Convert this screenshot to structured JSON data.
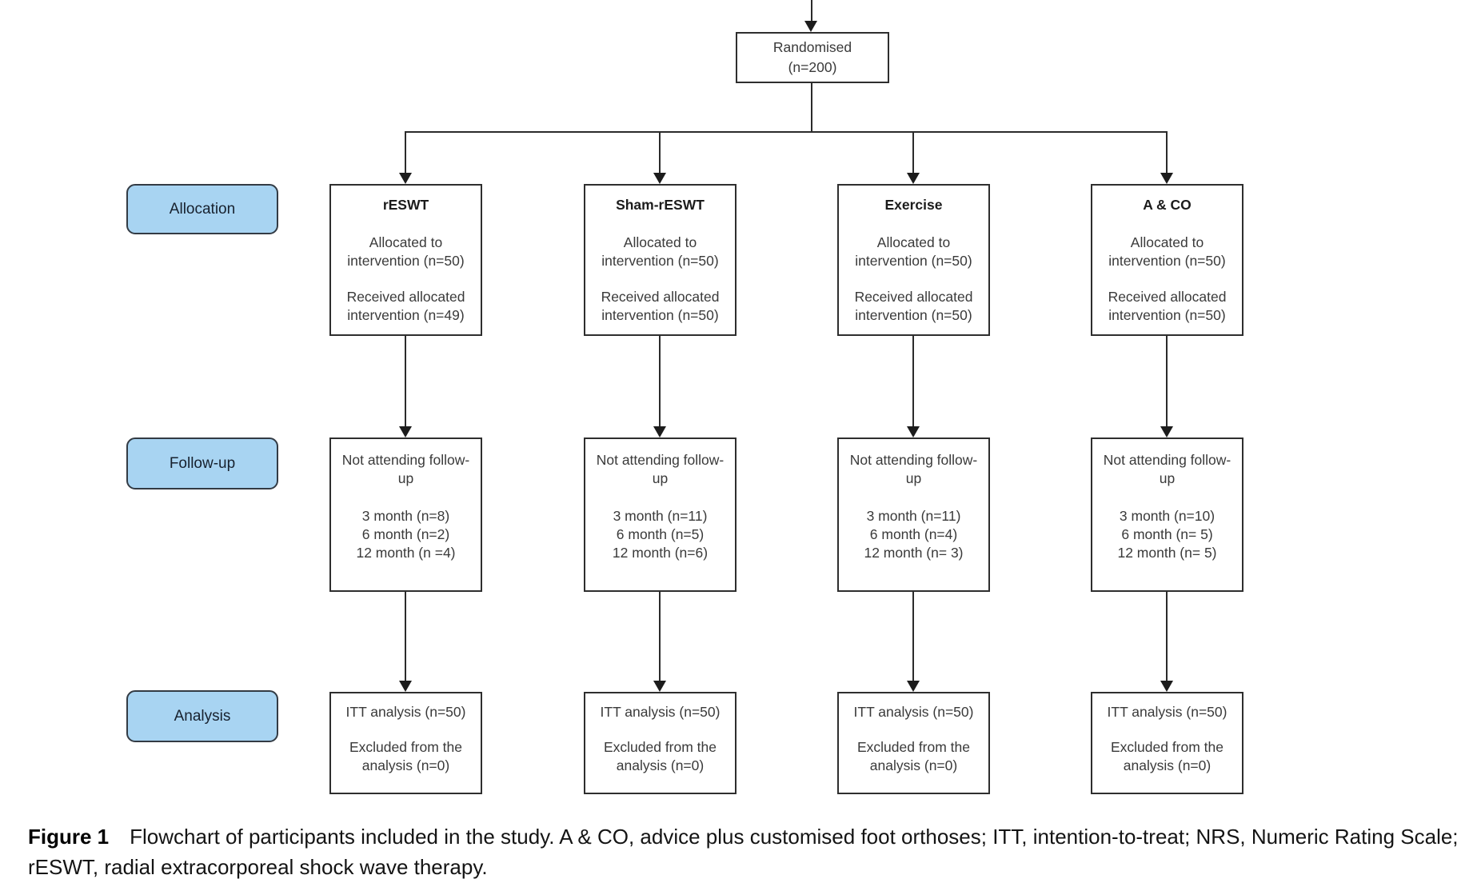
{
  "figure_caption": {
    "label": "Figure 1",
    "text": "Flowchart of participants included in the study. A & CO, advice plus customised foot orthoses; ITT, intention-to-treat; NRS, Numeric Rating Scale; rESWT, radial extracorporeal shock wave therapy."
  },
  "flowchart": {
    "randomised": {
      "title": "Randomised",
      "count": "(n=200)"
    },
    "stages": [
      {
        "label": "Allocation"
      },
      {
        "label": "Follow-up"
      },
      {
        "label": "Analysis"
      }
    ],
    "arms": [
      {
        "name": "rESWT",
        "allocation": {
          "allocated": "Allocated to intervention (n=50)",
          "received": "Received allocated intervention (n=49)"
        },
        "followup": {
          "heading": "Not attending follow-up",
          "rows": [
            "3 month (n=8)",
            "6 month (n=2)",
            "12 month (n =4)"
          ]
        },
        "analysis": {
          "itt": "ITT analysis (n=50)",
          "excluded": "Excluded from the analysis (n=0)"
        }
      },
      {
        "name": "Sham-rESWT",
        "allocation": {
          "allocated": "Allocated to intervention (n=50)",
          "received": "Received allocated intervention (n=50)"
        },
        "followup": {
          "heading": "Not attending follow-up",
          "rows": [
            "3 month (n=11)",
            "6 month (n=5)",
            "12 month (n=6)"
          ]
        },
        "analysis": {
          "itt": "ITT analysis (n=50)",
          "excluded": "Excluded from the analysis (n=0)"
        }
      },
      {
        "name": "Exercise",
        "allocation": {
          "allocated": "Allocated to intervention (n=50)",
          "received": "Received allocated intervention (n=50)"
        },
        "followup": {
          "heading": "Not attending follow-up",
          "rows": [
            "3 month (n=11)",
            "6 month (n=4)",
            "12 month (n= 3)"
          ]
        },
        "analysis": {
          "itt": "ITT analysis (n=50)",
          "excluded": "Excluded from the analysis (n=0)"
        }
      },
      {
        "name": "A & CO",
        "allocation": {
          "allocated": "Allocated to intervention (n=50)",
          "received": "Received allocated intervention (n=50)"
        },
        "followup": {
          "heading": "Not attending follow-up",
          "rows": [
            "3 month (n=10)",
            "6 month (n= 5)",
            "12 month (n= 5)"
          ]
        },
        "analysis": {
          "itt": "ITT analysis (n=50)",
          "excluded": "Excluded from the analysis (n=0)"
        }
      }
    ],
    "colors": {
      "stage_fill": "#a8d4f2",
      "stage_border": "#333b44",
      "line": "#2b2b2b"
    }
  }
}
